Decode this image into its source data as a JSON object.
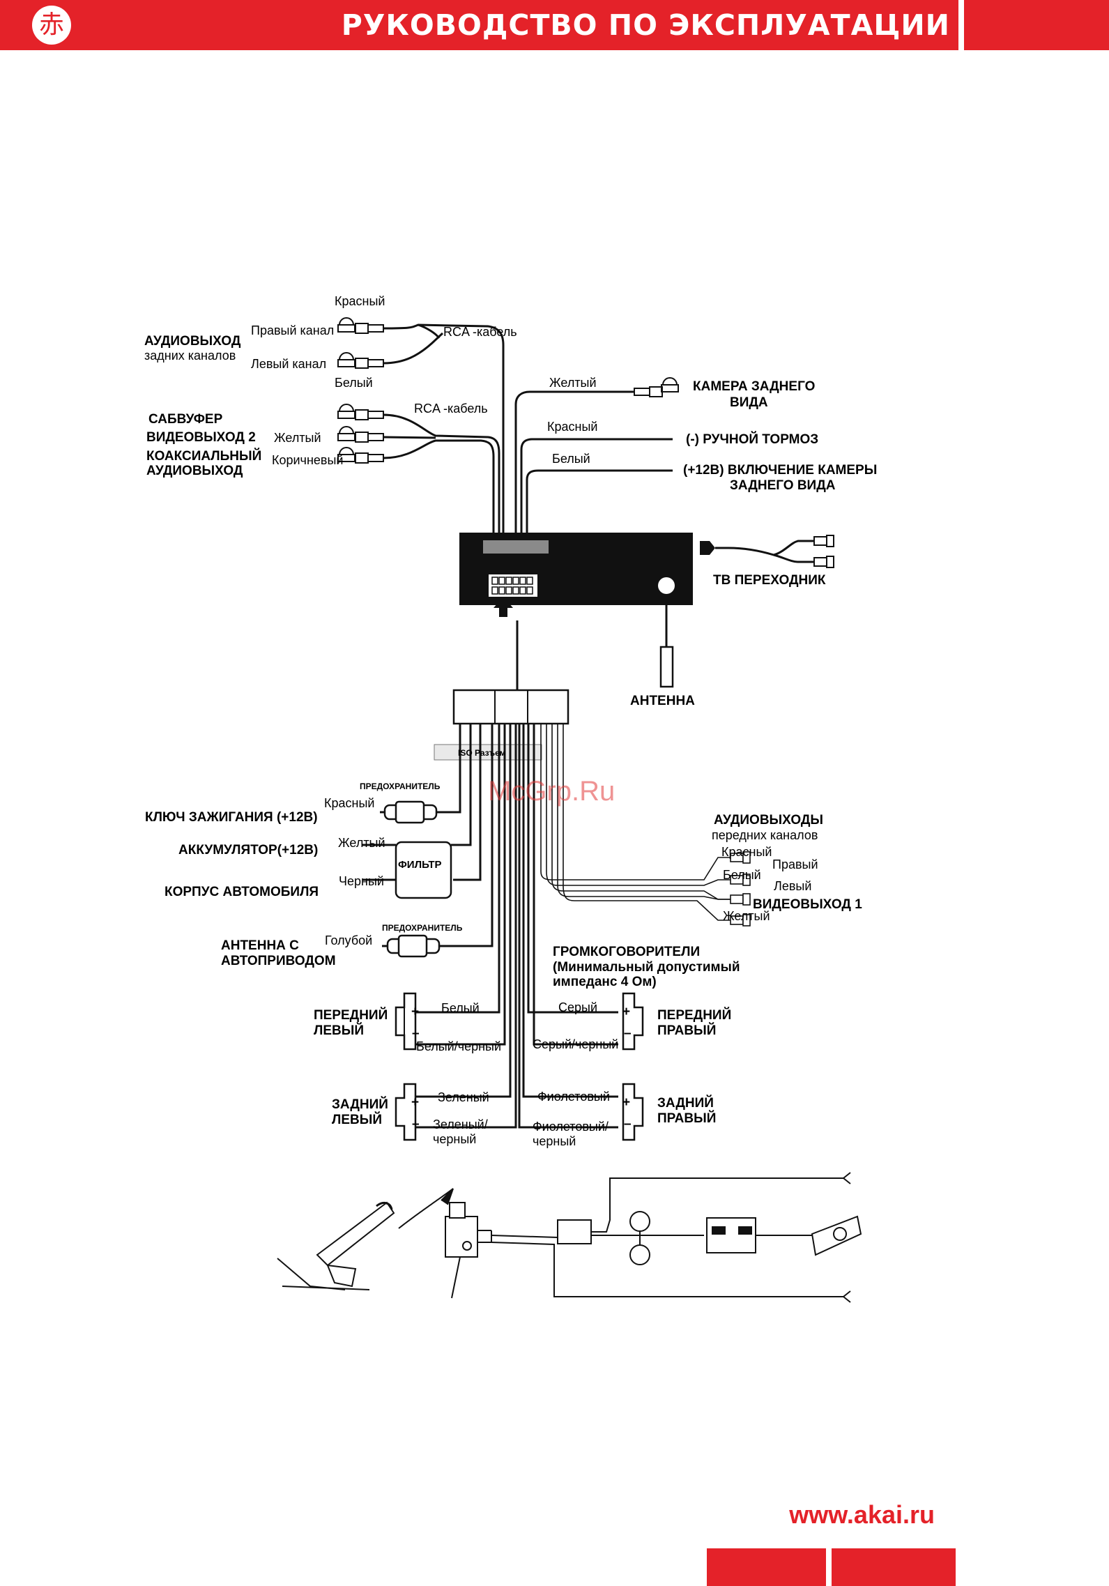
{
  "header": {
    "logo_char": "赤",
    "title": "РУКОВОДСТВО ПО ЭКСПЛУАТАЦИИ"
  },
  "footer": {
    "url": "www.akai.ru"
  },
  "watermark": "McGrp.Ru",
  "labels": {
    "krasny_top": "Красный",
    "audiovyhod_rear": "АУДИОВЫХОД",
    "rear_channels": "задних каналов",
    "right_channel": "Правый канал",
    "left_channel": "Левый канал",
    "bely_top": "Белый",
    "rca_cable_1": "RCA -кабель",
    "rca_cable_2": "RCA -кабель",
    "subwoofer": "САБВУФЕР",
    "videovyhod2": "ВИДЕОВЫХОД 2",
    "zhelty_left": "Желтый",
    "coax": "КОАКСИАЛЬНЫЙ",
    "audiovyhod_coax": "АУДИОВЫХОД",
    "korichnevy": "Коричневый",
    "zhelty_cam": "Желтый",
    "camera_rear_1": "КАМЕРА ЗАДНЕГО",
    "camera_rear_2": "ВИДА",
    "krasny_brake": "Красный",
    "hand_brake": "(-) РУЧНОЙ ТОРМОЗ",
    "bely_cam": "Белый",
    "cam_on_1": "(+12В) ВКЛЮЧЕНИЕ КАМЕРЫ",
    "cam_on_2": "ЗАДНЕГО ВИДА",
    "tv_adapter": "ТВ ПЕРЕХОДНИК",
    "antenna": "АНТЕННА",
    "iso_connector": "ISO Разъем",
    "fuse_1": "ПРЕДОХРАНИТЕЛЬ",
    "krasny_ign": "Красный",
    "ignition": "КЛЮЧ ЗАЖИГАНИЯ (+12В)",
    "zhelty_bat": "Желтый",
    "battery": "АККУМУЛЯТОР(+12В)",
    "filter": "ФИЛЬТР",
    "cherny": "Черный",
    "ground": "КОРПУС АВТОМОБИЛЯ",
    "fuse_2": "ПРЕДОХРАНИТЕЛЬ",
    "goluboy": "Голубой",
    "antenna_power_1": "АНТЕННА С",
    "antenna_power_2": "АВТОПРИВОДОМ",
    "front_audio_1": "АУДИОВЫХОДЫ",
    "front_audio_2": "передних каналов",
    "krasny_front": "Красный",
    "pravy": "Правый",
    "bely_front": "Белый",
    "levy": "Левый",
    "videovyhod1": "ВИДЕОВЫХОД 1",
    "zhelty_front": "Желтый",
    "speakers_1": "ГРОМКОГОВОРИТЕЛИ",
    "speakers_2": "(Минимальный допустимый",
    "speakers_3": "импеданс 4 Ом)",
    "front_left_1": "ПЕРЕДНИЙ",
    "front_left_2": "ЛЕВЫЙ",
    "bely_spk": "Белый",
    "bely_cherny": "Белый/черный",
    "sery": "Серый",
    "sery_cherny": "Серый/черный",
    "front_right_1": "ПЕРЕДНИЙ",
    "front_right_2": "ПРАВЫЙ",
    "rear_left_1": "ЗАДНИЙ",
    "rear_left_2": "ЛЕВЫЙ",
    "zeleny": "Зеленый",
    "zeleny_cherny_1": "Зеленый/",
    "zeleny_cherny_2": "черный",
    "fioletovy": "Фиолетовый",
    "fioletovy_cherny_1": "Фиолетовый/",
    "fioletovy_cherny_2": "черный",
    "rear_right_1": "ЗАДНИЙ",
    "rear_right_2": "ПРАВЫЙ",
    "plus": "+",
    "minus": "–"
  }
}
